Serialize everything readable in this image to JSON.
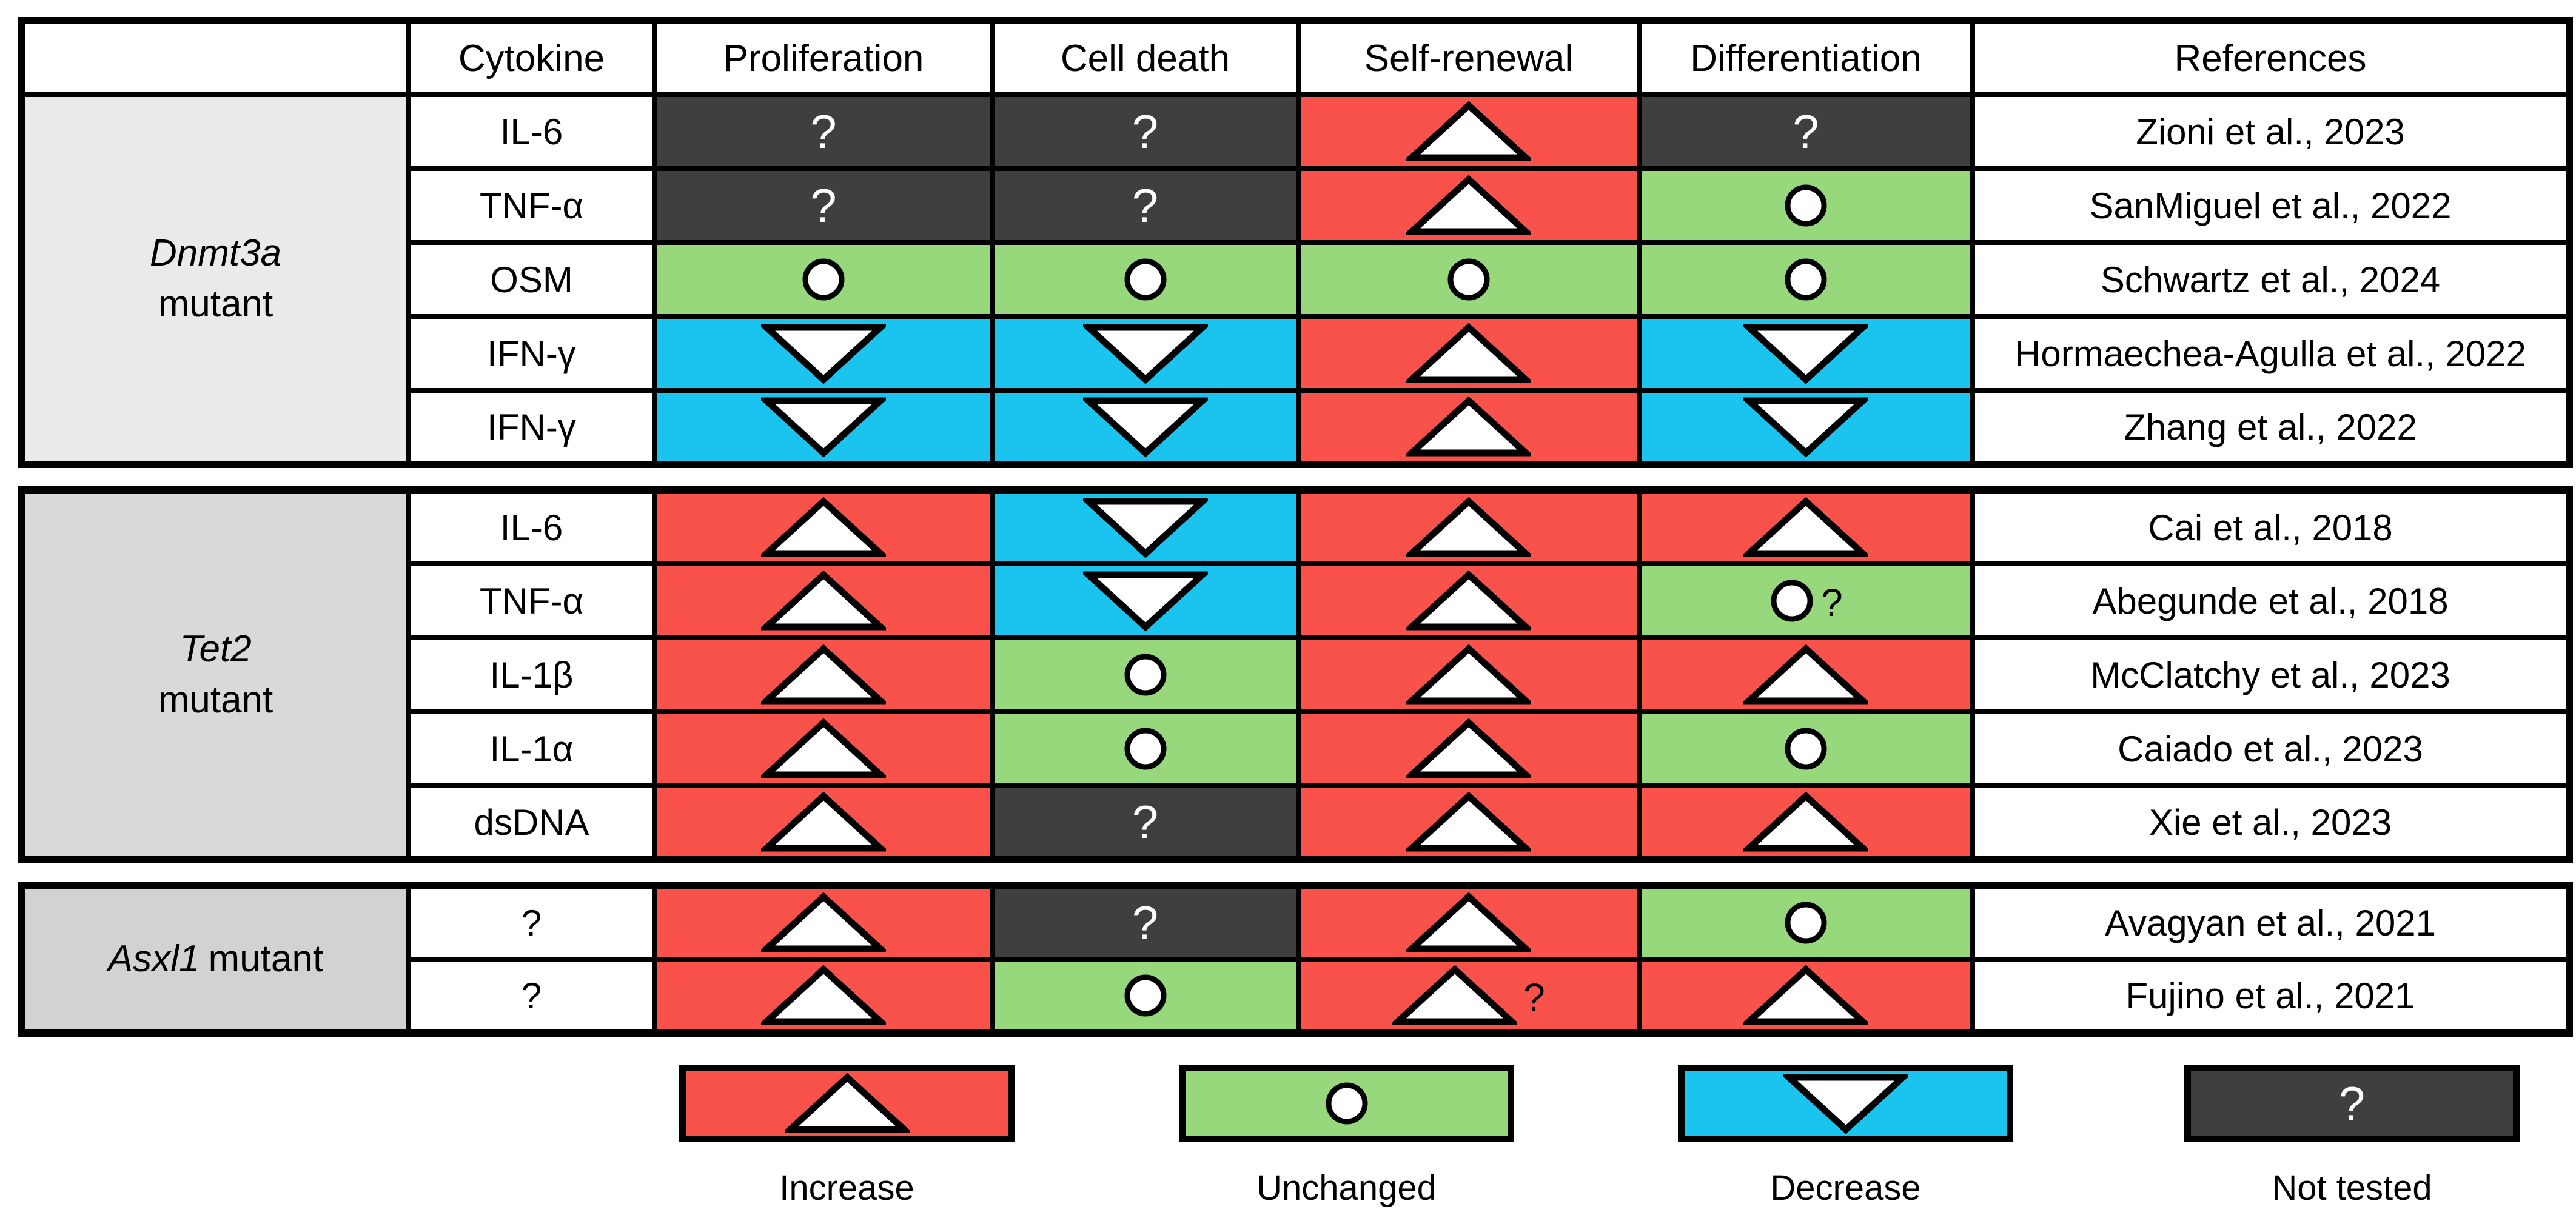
{
  "chart_data": {
    "type": "table",
    "columns": [
      "",
      "Cytokine",
      "Proliferation",
      "Cell death",
      "Self-renewal",
      "Differentiation",
      "References"
    ],
    "effect_columns": [
      "Proliferation",
      "Cell death",
      "Self-renewal",
      "Differentiation"
    ],
    "state_colors": {
      "increase": "#F8524B",
      "unchanged": "#98D87D",
      "decrease": "#1BC3EF",
      "not_tested": "#3F3F3F"
    },
    "state_symbols": {
      "increase": "triangle-up",
      "unchanged": "circle",
      "decrease": "triangle-down",
      "not_tested": "question-mark"
    },
    "groups": [
      {
        "gene": "Dnmt3a",
        "label_rest": "mutant",
        "label_layout": "two-line",
        "label_bg": "#EAEAEA",
        "rows": [
          {
            "cytokine": "IL-6",
            "effects": [
              "not_tested",
              "not_tested",
              "increase",
              "not_tested"
            ],
            "notes": [
              "",
              "",
              "",
              ""
            ],
            "reference": "Zioni et al., 2023"
          },
          {
            "cytokine": "TNF-α",
            "effects": [
              "not_tested",
              "not_tested",
              "increase",
              "unchanged"
            ],
            "notes": [
              "",
              "",
              "",
              ""
            ],
            "reference": "SanMiguel et al., 2022"
          },
          {
            "cytokine": "OSM",
            "effects": [
              "unchanged",
              "unchanged",
              "unchanged",
              "unchanged"
            ],
            "notes": [
              "",
              "",
              "",
              ""
            ],
            "reference": "Schwartz et al., 2024"
          },
          {
            "cytokine": "IFN-γ",
            "effects": [
              "decrease",
              "decrease",
              "increase",
              "decrease"
            ],
            "notes": [
              "",
              "",
              "",
              ""
            ],
            "reference": "Hormaechea-Agulla et al., 2022"
          },
          {
            "cytokine": "IFN-γ",
            "effects": [
              "decrease",
              "decrease",
              "increase",
              "decrease"
            ],
            "notes": [
              "",
              "",
              "",
              ""
            ],
            "reference": "Zhang et al., 2022"
          }
        ]
      },
      {
        "gene": "Tet2",
        "label_rest": "mutant",
        "label_layout": "two-line",
        "label_bg": "#D9D9D9",
        "rows": [
          {
            "cytokine": "IL-6",
            "effects": [
              "increase",
              "decrease",
              "increase",
              "increase"
            ],
            "notes": [
              "",
              "",
              "",
              ""
            ],
            "reference": "Cai et al., 2018"
          },
          {
            "cytokine": "TNF-α",
            "effects": [
              "increase",
              "decrease",
              "increase",
              "unchanged"
            ],
            "notes": [
              "",
              "",
              "",
              "?"
            ],
            "reference": "Abegunde et al., 2018"
          },
          {
            "cytokine": "IL-1β",
            "effects": [
              "increase",
              "unchanged",
              "increase",
              "increase"
            ],
            "notes": [
              "",
              "",
              "",
              ""
            ],
            "reference": "McClatchy et al., 2023"
          },
          {
            "cytokine": "IL-1α",
            "effects": [
              "increase",
              "unchanged",
              "increase",
              "unchanged"
            ],
            "notes": [
              "",
              "",
              "",
              ""
            ],
            "reference": "Caiado et al., 2023"
          },
          {
            "cytokine": "dsDNA",
            "effects": [
              "increase",
              "not_tested",
              "increase",
              "increase"
            ],
            "notes": [
              "",
              "",
              "",
              ""
            ],
            "reference": "Xie et al., 2023"
          }
        ]
      },
      {
        "gene": "Asxl1",
        "label_rest": "mutant",
        "label_layout": "one-line",
        "label_bg": "#D2D2D2",
        "rows": [
          {
            "cytokine": "?",
            "effects": [
              "increase",
              "not_tested",
              "increase",
              "unchanged"
            ],
            "notes": [
              "",
              "",
              "",
              ""
            ],
            "reference": "Avagyan et al., 2021"
          },
          {
            "cytokine": "?",
            "effects": [
              "increase",
              "unchanged",
              "increase",
              "increase"
            ],
            "notes": [
              "",
              "",
              "?",
              ""
            ],
            "reference": "Fujino et al., 2021"
          }
        ]
      }
    ],
    "legend": [
      {
        "label": "Increase",
        "state": "increase"
      },
      {
        "label": "Unchanged",
        "state": "unchanged"
      },
      {
        "label": "Decrease",
        "state": "decrease"
      },
      {
        "label": "Not tested",
        "state": "not_tested"
      }
    ]
  }
}
